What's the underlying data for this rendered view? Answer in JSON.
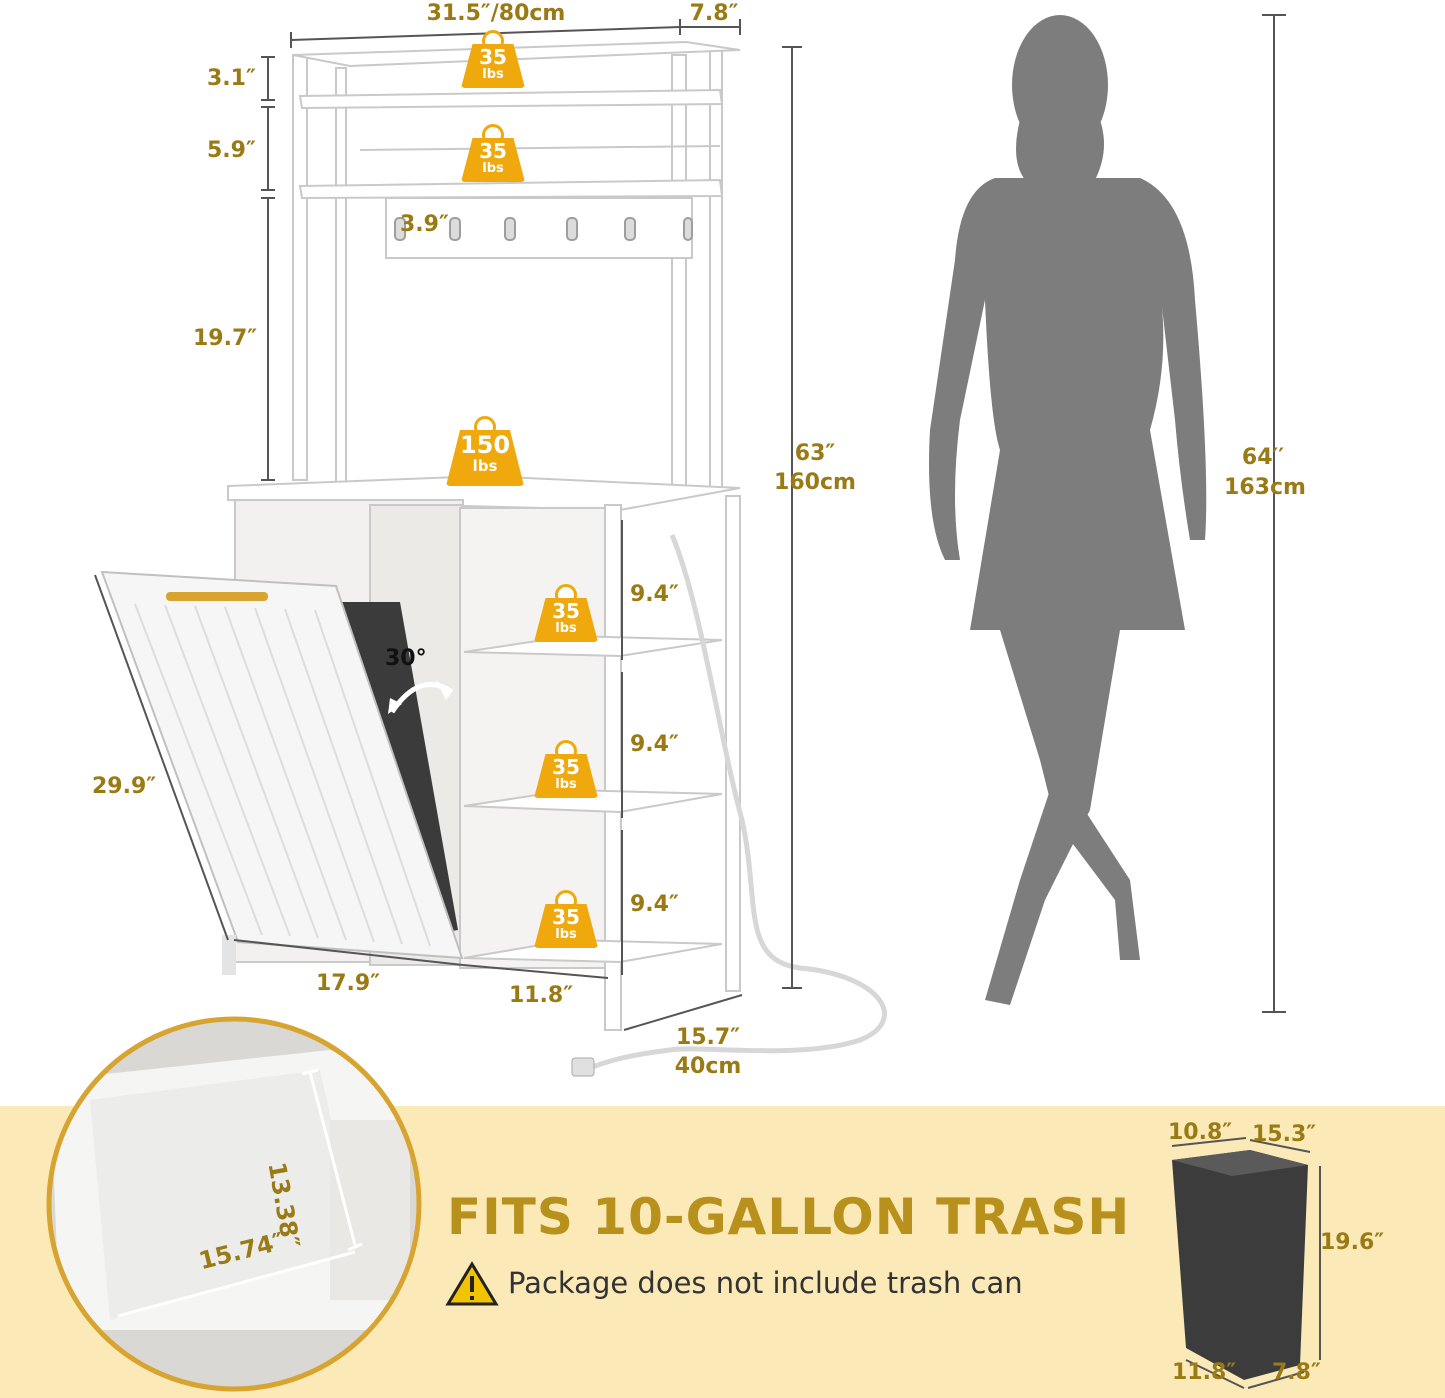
{
  "dimensions": {
    "width_top": "31.5″/80cm",
    "depth_top": "7.8″",
    "shelf_gap_1": "3.1″",
    "shelf_gap_2": "5.9″",
    "hook_gap": "3.9″",
    "hutch_height": "19.7″",
    "total_height_in": "63″",
    "total_height_cm": "160cm",
    "cube_height_1": "9.4″",
    "cube_height_2": "9.4″",
    "cube_height_3": "9.4″",
    "door_height": "29.9″",
    "door_width": "17.9″",
    "cube_width": "11.8″",
    "depth_in": "15.7″",
    "depth_cm": "40cm",
    "tilt_angle": "30°"
  },
  "load_badges": [
    {
      "num": "35",
      "unit": "lbs"
    },
    {
      "num": "35",
      "unit": "lbs"
    },
    {
      "num": "150",
      "unit": "lbs"
    },
    {
      "num": "35",
      "unit": "lbs"
    },
    {
      "num": "35",
      "unit": "lbs"
    },
    {
      "num": "35",
      "unit": "lbs"
    }
  ],
  "person": {
    "height_in": "64′′",
    "height_cm": "163cm"
  },
  "banner": {
    "headline": "FITS 10-GALLON TRASH",
    "note": "Package does not include trash can",
    "warning_icon": "warning-triangle-icon"
  },
  "inset": {
    "opening_height": "13.38″",
    "opening_width": "15.74″"
  },
  "trash_can": {
    "top_depth": "10.8″",
    "top_width": "15.3″",
    "height": "19.6″",
    "bottom_width": "11.8″",
    "bottom_depth": "7.8″"
  },
  "colors": {
    "accent_gold": "#f0a90c",
    "dimension_text": "#9a7a14",
    "banner_bg": "#fbeab7",
    "silhouette": "#7d7d7d"
  }
}
